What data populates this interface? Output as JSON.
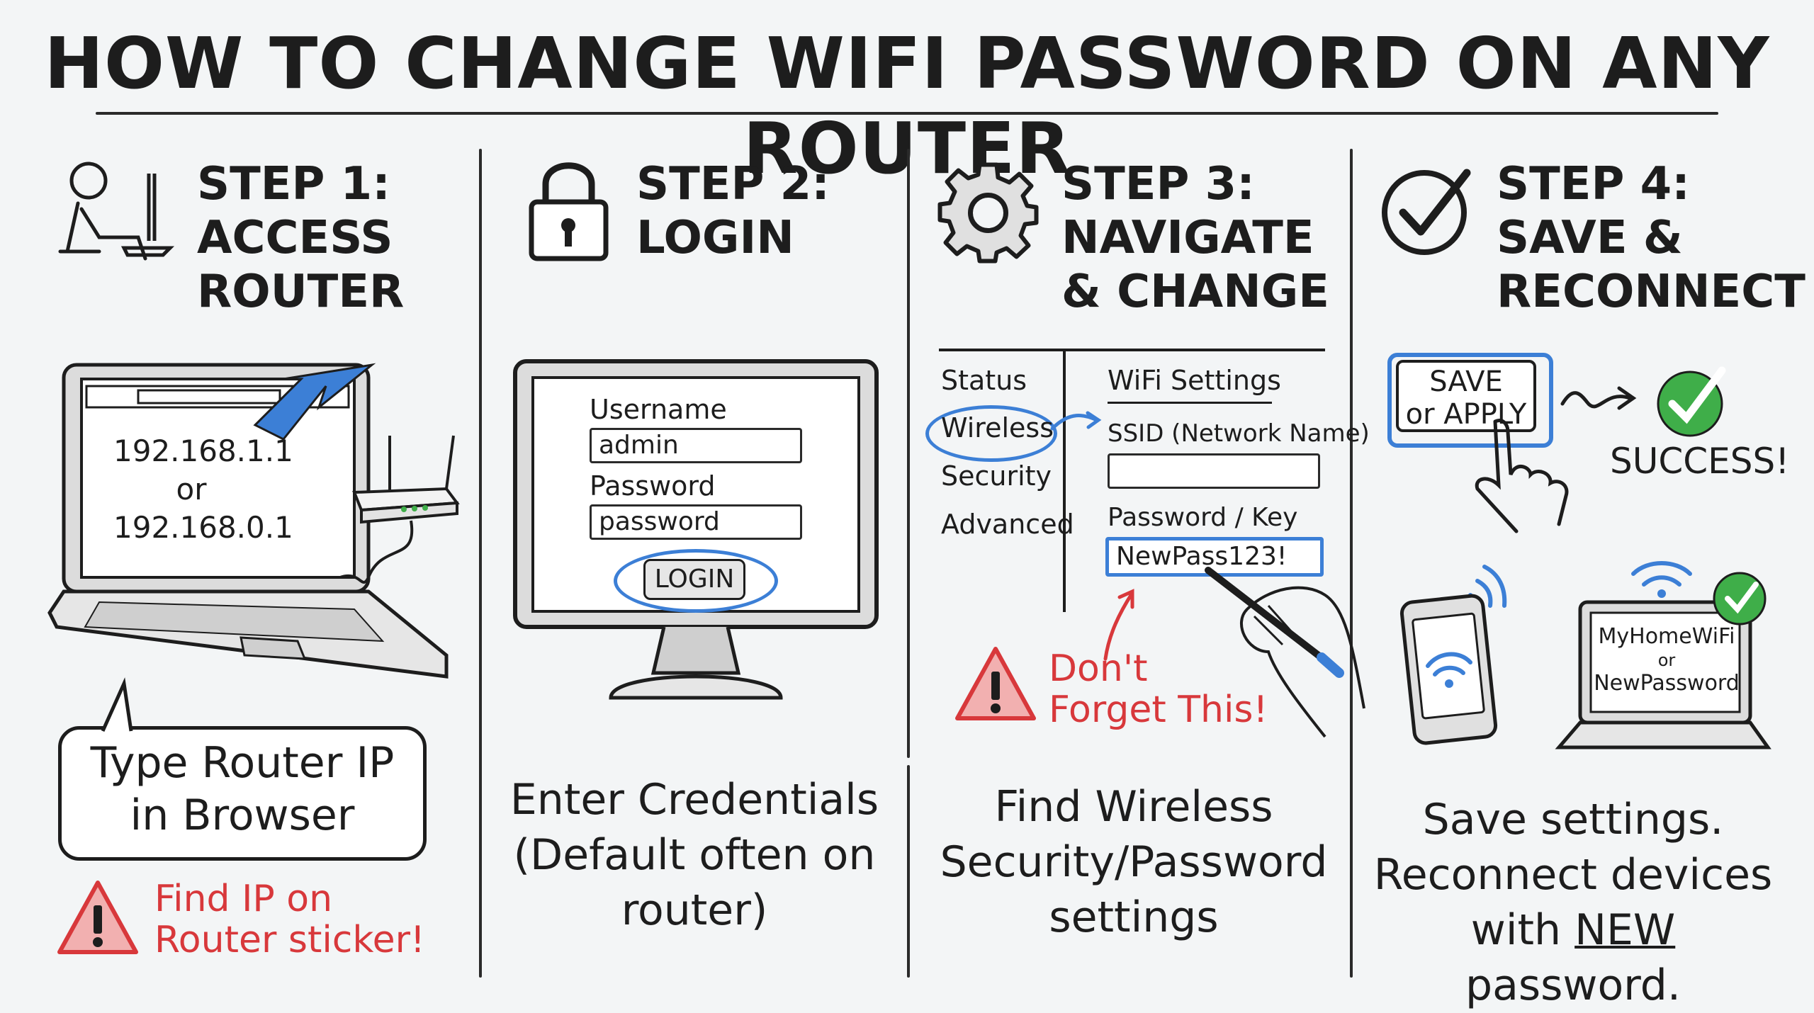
{
  "title": "HOW TO CHANGE WIFI PASSWORD ON ANY ROUTER",
  "colors": {
    "accent_blue": "#3c7fd6",
    "warning_red": "#d8383b",
    "success_green": "#3fae49",
    "ink": "#1d1d1d",
    "background": "#f3f5f6"
  },
  "steps": [
    {
      "head": [
        "STEP 1:",
        "ACCESS",
        "ROUTER"
      ],
      "icon": "person-computer-icon",
      "screen_ip_1": "192.168.1.1",
      "screen_or": "or",
      "screen_ip_2": "192.168.0.1",
      "callout": [
        "Type Router IP",
        "in Browser"
      ],
      "warning": [
        "Find IP on",
        "Router sticker!"
      ]
    },
    {
      "head": [
        "STEP 2:",
        "LOGIN"
      ],
      "icon": "padlock-icon",
      "username_label": "Username",
      "username_value": "admin",
      "password_label": "Password",
      "password_value": "password",
      "login_button": "LOGIN",
      "caption": [
        "Enter Credentials",
        "(Default often on",
        "router)"
      ]
    },
    {
      "head": [
        "STEP 3:",
        "NAVIGATE",
        "& CHANGE"
      ],
      "icon": "gear-icon",
      "menu": [
        "Status",
        "Wireless",
        "Security",
        "Advanced"
      ],
      "panel_title": "WiFi Settings",
      "ssid_label": "SSID (Network Name)",
      "key_label": "Password / Key",
      "key_value": "NewPass123!",
      "warning": [
        "Don't",
        "Forget This!"
      ],
      "caption": [
        "Find Wireless",
        "Security/Password",
        "settings"
      ]
    },
    {
      "head": [
        "STEP 4:",
        "SAVE &",
        "RECONNECT"
      ],
      "icon": "checkmark-circle-icon",
      "save_button": [
        "SAVE",
        "or APPLY"
      ],
      "success": "SUCCESS!",
      "laptop_screen": [
        "MyHomeWiFi",
        "or",
        "NewPassword"
      ],
      "caption_line1": "Save settings.",
      "caption_line2": "Reconnect devices",
      "caption_line3_pre": "with ",
      "caption_line3_em": "NEW",
      "caption_line3_post": " password."
    }
  ]
}
